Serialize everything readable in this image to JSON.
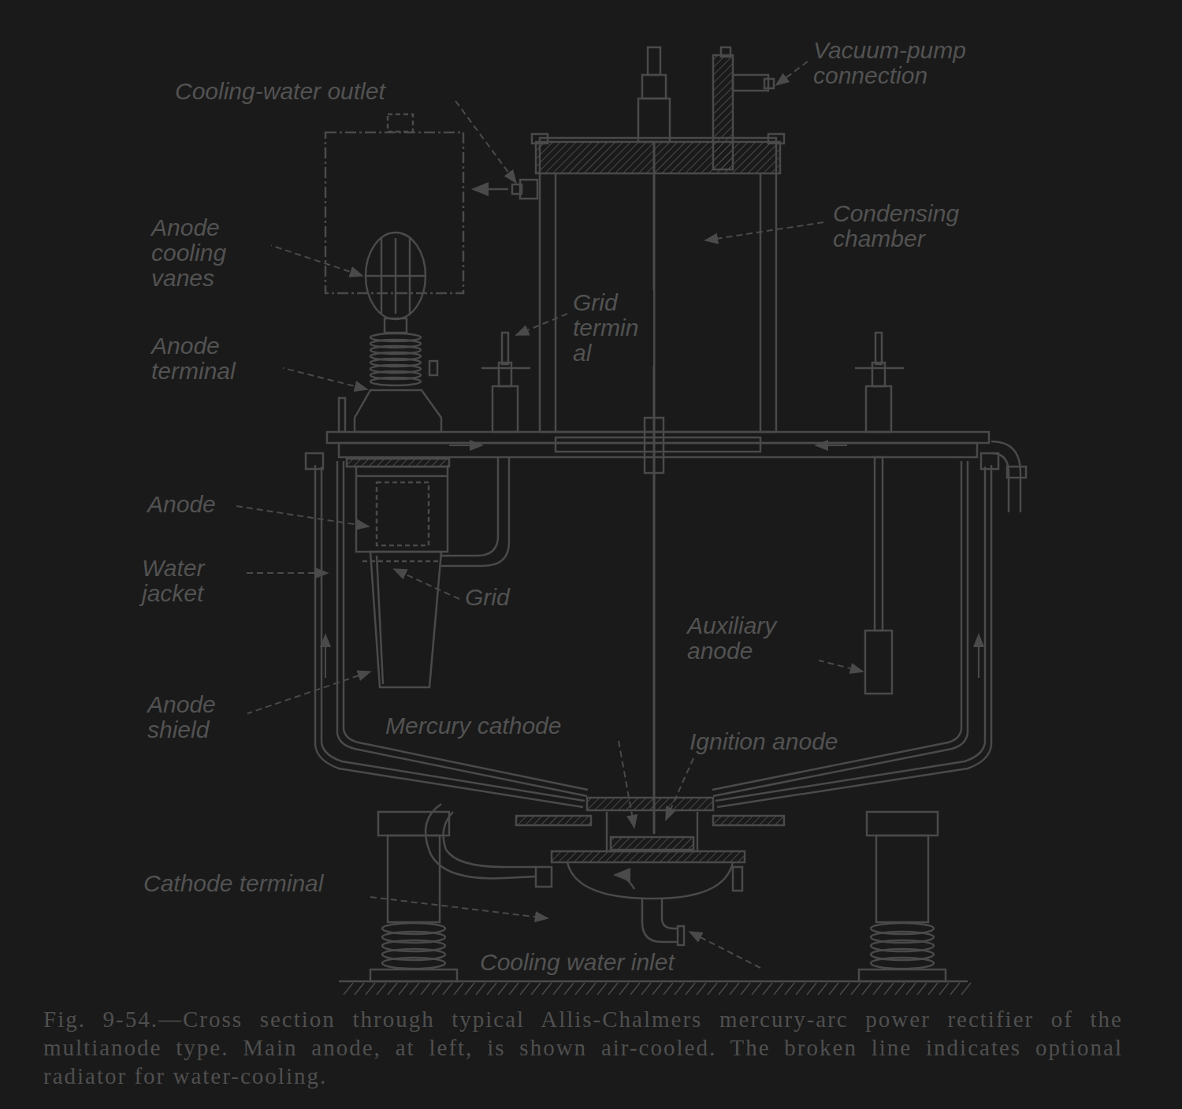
{
  "diagram": {
    "caption": "Fig. 9-54.—Cross section through typical Allis-Chalmers mercury-arc power rectifier of the multianode type. Main anode, at left, is shown air-cooled. The broken line indicates optional radiator for water-cooling.",
    "labels": [
      "Cooling-water outlet",
      "Vacuum-pump connection",
      "Anode cooling vanes",
      "Condensing chamber",
      "Grid termin al",
      "Anode terminal",
      "Anode",
      "Water jacket",
      "Grid",
      "Auxiliary anode",
      "Anode shield",
      "Mercury cathode",
      "Ignition anode",
      "Cathode terminal",
      "Cooling water inlet"
    ]
  }
}
